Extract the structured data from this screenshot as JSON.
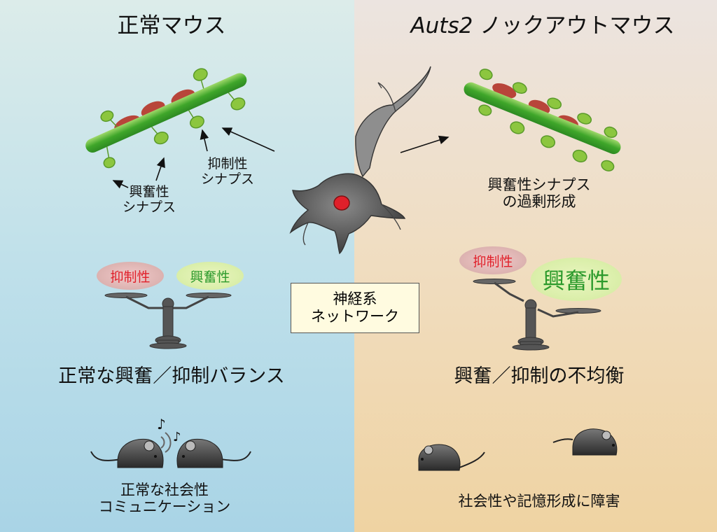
{
  "left": {
    "title": "正常マウス",
    "excitatory_label_1": "興奮性",
    "excitatory_label_2": "シナプス",
    "inhibitory_label_1": "抑制性",
    "inhibitory_label_2": "シナプス",
    "balance_inhibitory": "抑制性",
    "balance_excitatory": "興奮性",
    "balance_caption": "正常な興奮／抑制バランス",
    "social_line_1": "正常な社会性",
    "social_line_2": "コミュニケーション"
  },
  "right": {
    "title_gene": "Auts2",
    "title_rest": " ノックアウトマウス",
    "synapse_line_1": "興奮性シナプス",
    "synapse_line_2": "の過剰形成",
    "balance_inhibitory": "抑制性",
    "balance_excitatory": "興奮性",
    "balance_caption": "興奮／抑制の不均衡",
    "social_caption": "社会性や記憶形成に障害"
  },
  "center": {
    "network_line_1": "神経系",
    "network_line_2": "ネットワーク"
  },
  "colors": {
    "inhibitory": "#e0202a",
    "excitatory": "#2c9a2c",
    "dendrite_green": "#4caf2a",
    "spine_green": "#8cc63f",
    "inhibitory_synapse": "#b8453a"
  }
}
